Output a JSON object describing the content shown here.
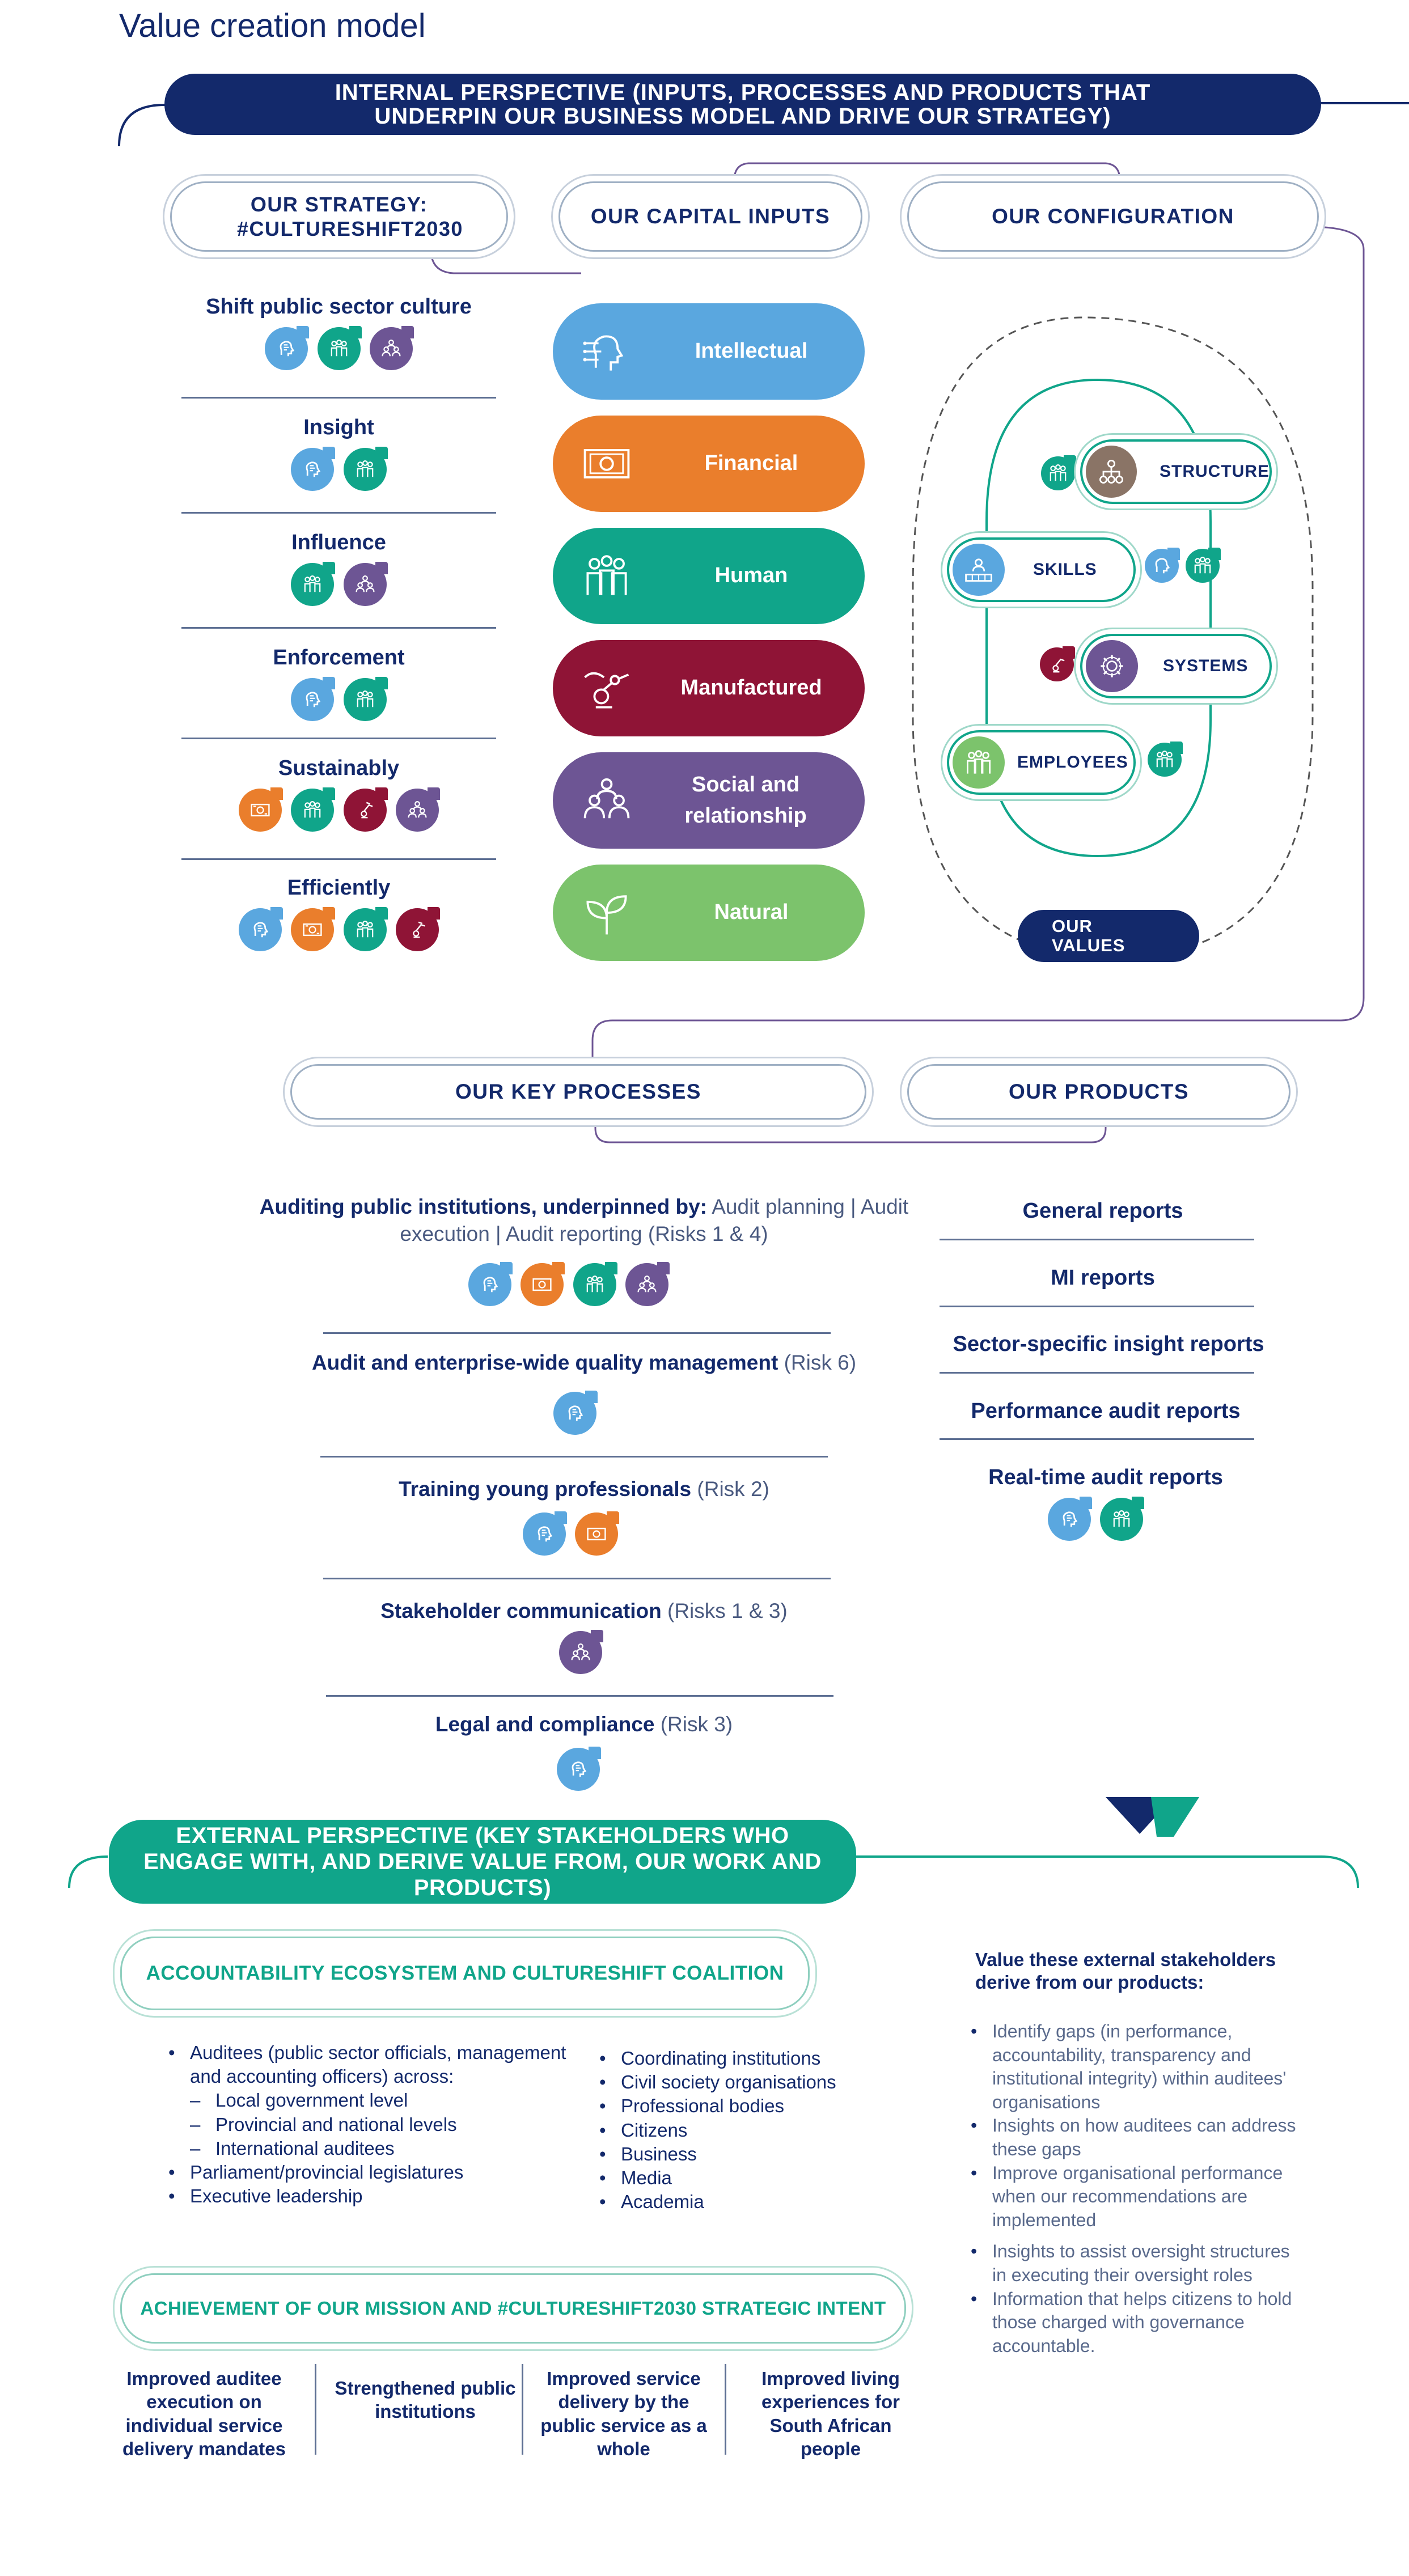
{
  "page_title": "Value creation model",
  "internal_banner": "INTERNAL PERSPECTIVE (INPUTS, PROCESSES AND PRODUCTS THAT UNDERPIN OUR BUSINESS MODEL AND DRIVE OUR STRATEGY)",
  "headers": {
    "strategy": "OUR STRATEGY: #CULTURESHIFT2030",
    "capital_inputs": "OUR CAPITAL INPUTS",
    "configuration": "OUR CONFIGURATION",
    "key_processes": "OUR KEY PROCESSES",
    "products": "OUR PRODUCTS"
  },
  "strategy_items": [
    {
      "label": "Shift public sector culture",
      "icons": [
        "int",
        "hum",
        "soc"
      ]
    },
    {
      "label": "Insight",
      "icons": [
        "int",
        "hum"
      ]
    },
    {
      "label": "Influence",
      "icons": [
        "hum",
        "soc"
      ]
    },
    {
      "label": "Enforcement",
      "icons": [
        "int",
        "hum"
      ]
    },
    {
      "label": "Sustainably",
      "icons": [
        "fin",
        "hum",
        "man",
        "soc"
      ]
    },
    {
      "label": "Efficiently",
      "icons": [
        "int",
        "fin",
        "hum",
        "man"
      ]
    }
  ],
  "capitals": [
    {
      "label": "Intellectual",
      "icon": "intellectual-icon",
      "color": "#5aa7df"
    },
    {
      "label": "Financial",
      "icon": "financial-icon",
      "color": "#ea7e2c"
    },
    {
      "label": "Human",
      "icon": "human-icon",
      "color": "#10a58a"
    },
    {
      "label": "Manufactured",
      "icon": "manufactured-icon",
      "color": "#8f1436"
    },
    {
      "label": "Social and relationship",
      "icon": "social-icon",
      "color": "#6d5594"
    },
    {
      "label": "Natural",
      "icon": "natural-icon",
      "color": "#7cc36c"
    }
  ],
  "configuration": {
    "structure": "STRUCTURE",
    "skills": "SKILLS",
    "systems": "SYSTEMS",
    "employees": "EMPLOYEES",
    "values": "OUR VALUES"
  },
  "processes": {
    "p1_bold": "Auditing public institutions, underpinned by:",
    "p1_light": "Audit planning | Audit execution | Audit reporting (Risks 1 & 4)",
    "p2_bold": "Audit and enterprise-wide quality management",
    "p2_light": "(Risk 6)",
    "p3_bold": "Training young professionals",
    "p3_light": "(Risk 2)",
    "p4_bold": "Stakeholder communication",
    "p4_light": "(Risks 1 & 3)",
    "p5_bold": "Legal and compliance",
    "p5_light": "(Risk 3)"
  },
  "products": [
    "General reports",
    "MI reports",
    "Sector-specific insight reports",
    "Performance audit reports",
    "Real-time audit reports"
  ],
  "external_banner": "EXTERNAL PERSPECTIVE (KEY STAKEHOLDERS WHO ENGAGE WITH, AND DERIVE VALUE FROM, OUR WORK AND PRODUCTS)",
  "ecosystem_header": "ACCOUNTABILITY ECOSYSTEM AND CULTURESHIFT COALITION",
  "ecosystem_left": {
    "auditees": "Auditees (public sector officials, management and accounting officers) across:",
    "sub": [
      "Local government level",
      "Provincial and national levels",
      "International auditees"
    ],
    "rest": [
      "Parliament/provincial legislatures",
      "Executive leadership"
    ]
  },
  "ecosystem_right": [
    "Coordinating institutions",
    "Civil society organisations",
    "Professional bodies",
    "Citizens",
    "Business",
    "Media",
    "Academia"
  ],
  "value_header": "Value these external stakeholders derive from our products:",
  "value_items_a": [
    "Identify gaps (in performance, accountability, transparency and institutional integrity) within auditees' organisations",
    "Insights on how auditees can address these gaps",
    "Improve organisational performance when our recommendations are implemented"
  ],
  "value_items_b": [
    "Insights to assist oversight structures in executing their oversight roles",
    "Information that helps citizens to hold those charged with governance accountable."
  ],
  "mission_header": "ACHIEVEMENT OF OUR MISSION AND #CULTURESHIFT2030 STRATEGIC INTENT",
  "outcomes": [
    "Improved auditee execution on individual service delivery mandates",
    "Strengthened public institutions",
    "Improved service delivery by the public service as a whole",
    "Improved living experiences for South African people"
  ],
  "colors": {
    "navy": "#13296b",
    "teal": "#10a58a",
    "intellectual": "#5aa7df",
    "financial": "#ea7e2c",
    "human": "#10a58a",
    "manufactured": "#8f1436",
    "social": "#6d5594",
    "natural": "#7cc36c"
  }
}
